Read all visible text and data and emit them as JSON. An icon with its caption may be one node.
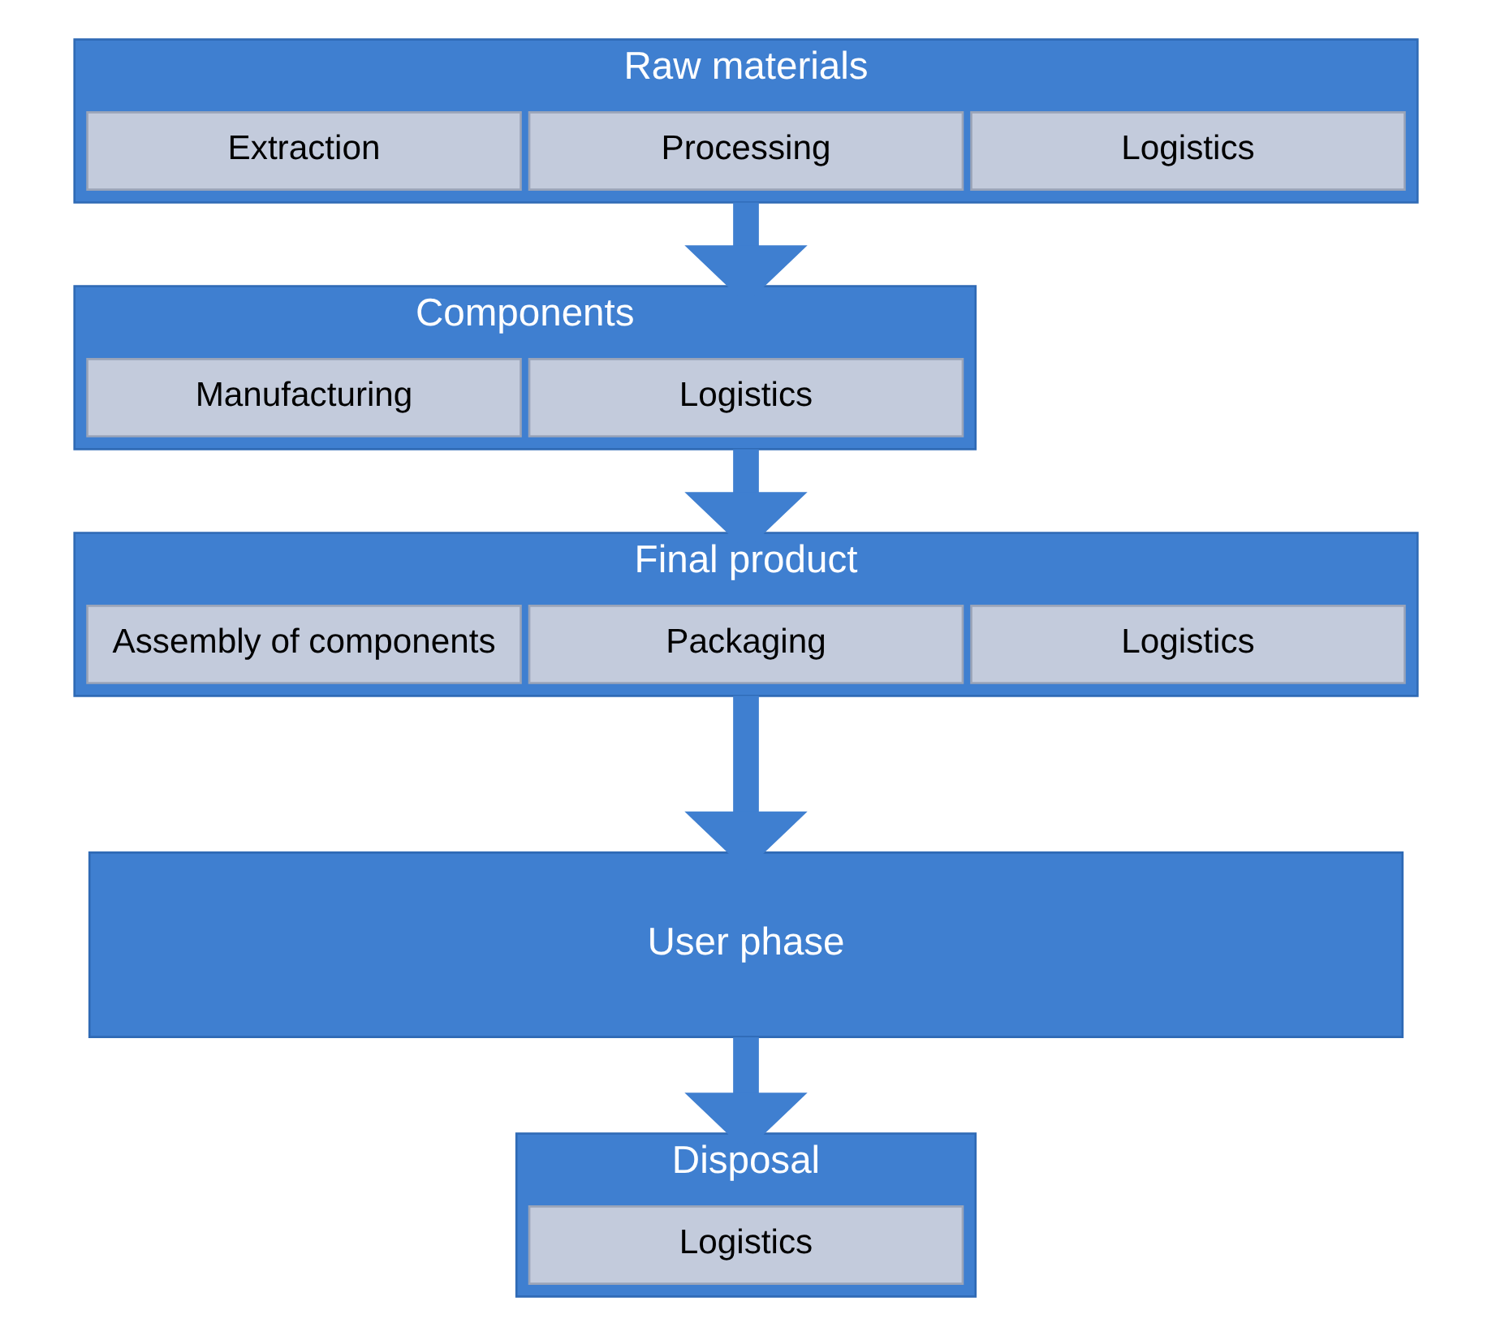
{
  "diagram": {
    "nodes": [
      {
        "text": [
          "Raw materials"
        ]
      },
      {
        "text": [
          "Extraction"
        ],
        "in": 0
      },
      {
        "text": [
          "Processing"
        ],
        "in": 0
      },
      {
        "text": [
          "Logistics"
        ],
        "in": 0
      },
      {
        "text": [
          "Components"
        ]
      },
      {
        "text": [
          "Manufacturing"
        ],
        "in": 4
      },
      {
        "text": [
          "Logistics"
        ],
        "in": 4
      },
      {
        "text": [
          "Final product"
        ]
      },
      {
        "text": [
          "Assembly of components"
        ],
        "in": 7
      },
      {
        "text": [
          "Packaging"
        ],
        "in": 7
      },
      {
        "text": [
          "Logistics"
        ],
        "in": 7
      },
      {
        "text": [
          "User phase"
        ]
      },
      {
        "text": [
          "Disposal"
        ]
      },
      {
        "text": [
          "Logistics"
        ],
        "in": 12
      }
    ],
    "edges": [
      {
        "from": 0,
        "to": 4,
        "arrow": "to"
      },
      {
        "from": 4,
        "to": 7,
        "arrow": "to"
      },
      {
        "from": 7,
        "to": 11,
        "arrow": "to"
      },
      {
        "from": 11,
        "to": 12,
        "arrow": "to"
      }
    ]
  }
}
